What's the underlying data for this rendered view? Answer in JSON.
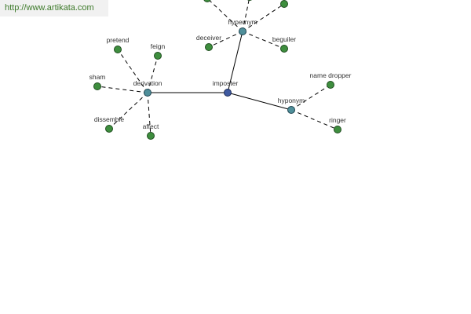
{
  "source_link": "http://www.artikata.com",
  "graph": {
    "root": {
      "label": "imposter"
    },
    "relations": [
      {
        "key": "hypernym",
        "label": "hypernym",
        "leaves": [
          "deceiver",
          "beguiler",
          "",
          "",
          ""
        ]
      },
      {
        "key": "derivation",
        "label": "derivation",
        "leaves": [
          "pretend",
          "feign",
          "sham",
          "dissemble",
          "affect"
        ]
      },
      {
        "key": "hyponym",
        "label": "hyponym",
        "leaves": [
          "name dropper",
          "ringer"
        ]
      }
    ]
  },
  "colors": {
    "root_node": "#3f5aa0",
    "relation_node": "#4f8f9a",
    "leaf_node": "#3e8e3e",
    "link_text": "#3d7a2a",
    "banner_bg": "#f1f1f1"
  }
}
